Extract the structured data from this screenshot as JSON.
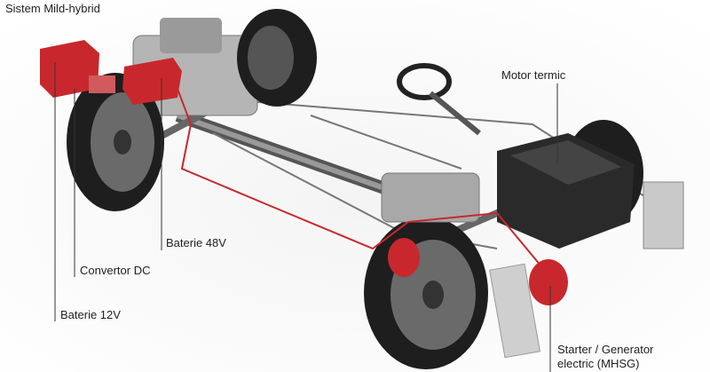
{
  "title": "Sistem Mild-hybrid",
  "labels": {
    "engine": "Motor termic",
    "battery48": "Baterie 48V",
    "dc_converter": "Convertor DC",
    "battery12": "Baterie 12V",
    "starter_line1": "Starter / Generator",
    "starter_line2": "electric (MHSG)"
  },
  "colors": {
    "highlight": "#c8282d",
    "metal": "#9a9a9a",
    "tire": "#1e1e1e"
  }
}
